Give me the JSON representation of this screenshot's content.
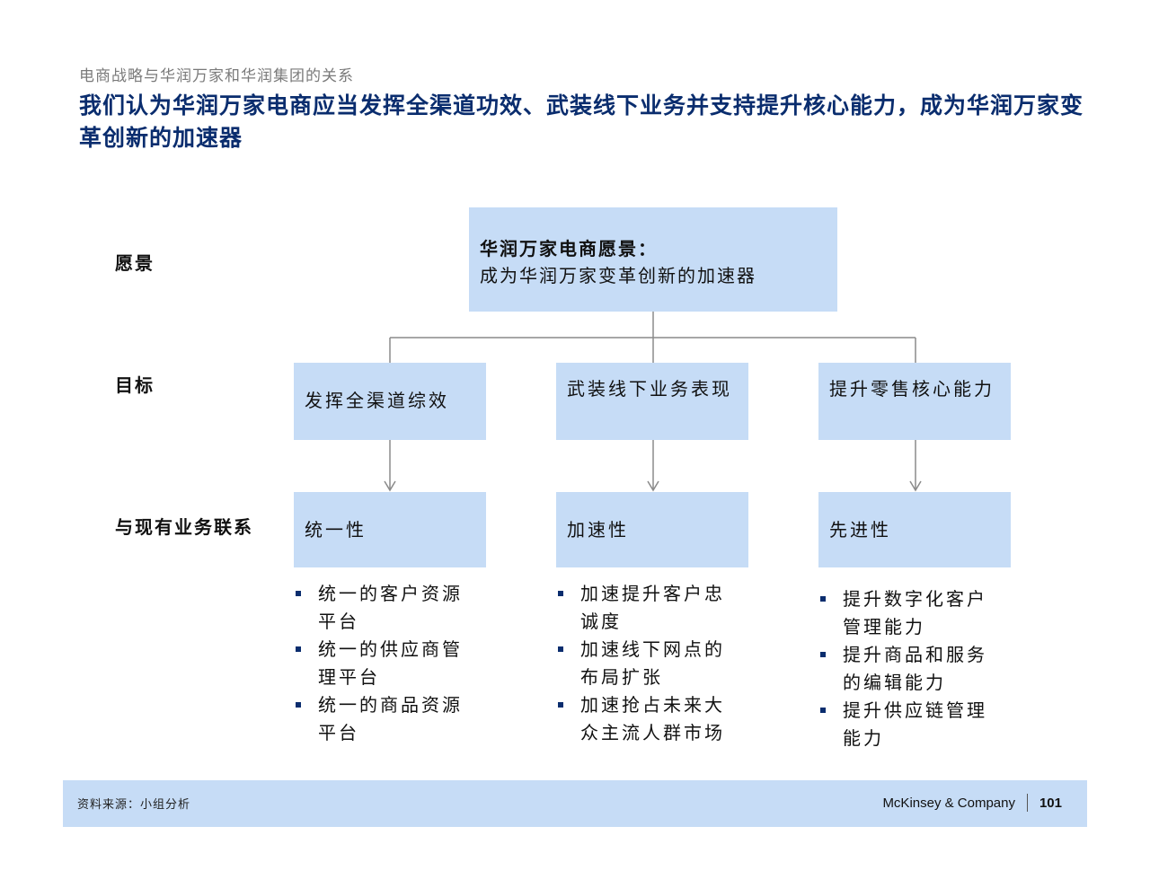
{
  "header": {
    "subtitle": "电商战略与华润万家和华润集团的关系",
    "headline": "我们认为华润万家电商应当发挥全渠道功效、武装线下业务并支持提升核心能力，成为华润万家变革创新的加速器"
  },
  "rows": {
    "vision_label": "愿景",
    "goal_label": "目标",
    "link_label": "与现有业务联系"
  },
  "vision": {
    "title": "华润万家电商愿景：",
    "text": "成为华润万家变革创新的加速器"
  },
  "columns": [
    {
      "goal": "发挥全渠道综效",
      "link": "统一性",
      "bullets": [
        "统一的客户资源平台",
        "统一的供应商管理平台",
        "统一的商品资源平台"
      ]
    },
    {
      "goal": "武装线下业务表现",
      "link": "加速性",
      "bullets": [
        "加速提升客户忠诚度",
        "加速线下网点的布局扩张",
        "加速抢占未来大众主流人群市场"
      ]
    },
    {
      "goal": "提升零售核心能力",
      "link": "先进性",
      "bullets": [
        "提升数字化客户管理能力",
        "提升商品和服务的编辑能力",
        "提升供应链管理能力"
      ]
    }
  ],
  "footer": {
    "source": "资料来源：小组分析",
    "brand": "McKinsey & Company",
    "page_number": "101"
  },
  "colors": {
    "box_fill": "#c6dcf6",
    "headline": "#0a2d6e",
    "connector": "#8a8a8a"
  }
}
